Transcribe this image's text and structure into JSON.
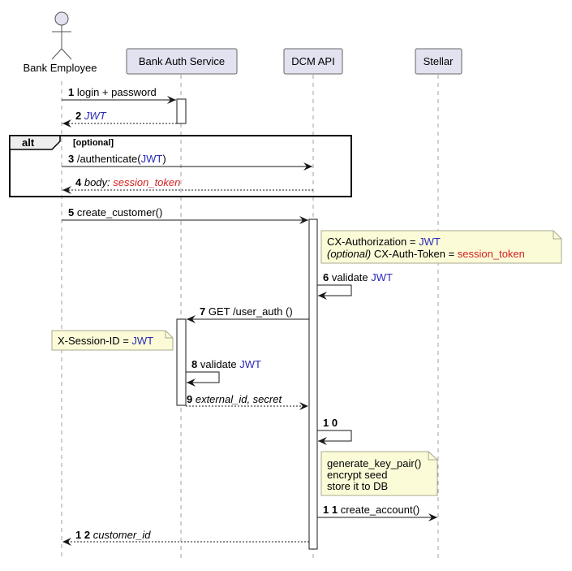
{
  "participants": [
    {
      "id": "employee",
      "label": "Bank Employee",
      "kind": "actor"
    },
    {
      "id": "auth",
      "label": "Bank Auth Service",
      "kind": "box"
    },
    {
      "id": "dcm",
      "label": "DCM API",
      "kind": "box"
    },
    {
      "id": "stellar",
      "label": "Stellar",
      "kind": "box"
    }
  ],
  "alt_fragment": {
    "keyword": "alt",
    "guard": "[optional]"
  },
  "messages": [
    {
      "num": "1",
      "parts": [
        {
          "t": "login + password"
        }
      ]
    },
    {
      "num": "2",
      "parts": [
        {
          "t": "JWT",
          "c": "blue",
          "i": true
        }
      ]
    },
    {
      "num": "3",
      "parts": [
        {
          "t": "/authenticate("
        },
        {
          "t": "JWT",
          "c": "blue"
        },
        {
          "t": ")"
        }
      ]
    },
    {
      "num": "4",
      "parts": [
        {
          "t": "body: ",
          "i": true
        },
        {
          "t": "session_token",
          "c": "red",
          "i": true
        }
      ]
    },
    {
      "num": "5",
      "parts": [
        {
          "t": "create_customer()"
        }
      ]
    },
    {
      "num": "6",
      "parts": [
        {
          "t": "validate "
        },
        {
          "t": "JWT",
          "c": "blue"
        }
      ]
    },
    {
      "num": "7",
      "parts": [
        {
          "t": "GET /user_auth ()"
        }
      ]
    },
    {
      "num": "8",
      "parts": [
        {
          "t": "validate "
        },
        {
          "t": "JWT",
          "c": "blue"
        }
      ]
    },
    {
      "num": "9",
      "parts": [
        {
          "t": "external_id, secret",
          "i": true
        }
      ]
    },
    {
      "num": "1 0",
      "parts": []
    },
    {
      "num": "1 1",
      "parts": [
        {
          "t": "create_account()"
        }
      ]
    },
    {
      "num": "1 2",
      "parts": [
        {
          "t": "customer_id",
          "i": true
        }
      ]
    }
  ],
  "notes": [
    {
      "lines": [
        [
          {
            "t": "CX-Authorization = "
          },
          {
            "t": "JWT",
            "c": "blue"
          }
        ],
        [
          {
            "t": "(optional)",
            "i": true
          },
          {
            "t": " CX-Auth-Token = "
          },
          {
            "t": "session_token",
            "c": "red"
          }
        ]
      ]
    },
    {
      "lines": [
        [
          {
            "t": "X-Session-ID = "
          },
          {
            "t": "JWT",
            "c": "blue"
          }
        ]
      ]
    },
    {
      "lines": [
        [
          {
            "t": "generate_key_pair()"
          }
        ],
        [
          {
            "t": "encrypt seed"
          }
        ],
        [
          {
            "t": "store it to DB"
          }
        ]
      ]
    }
  ],
  "colors": {
    "participant_fill": "#e2e2f0",
    "participant_border": "#181818",
    "note_fill": "#fbfbd8",
    "note_border": "#a8a890",
    "jwt_blue": "#2a2ab8",
    "token_red": "#d42020",
    "lifeline": "#a0a0a0"
  }
}
